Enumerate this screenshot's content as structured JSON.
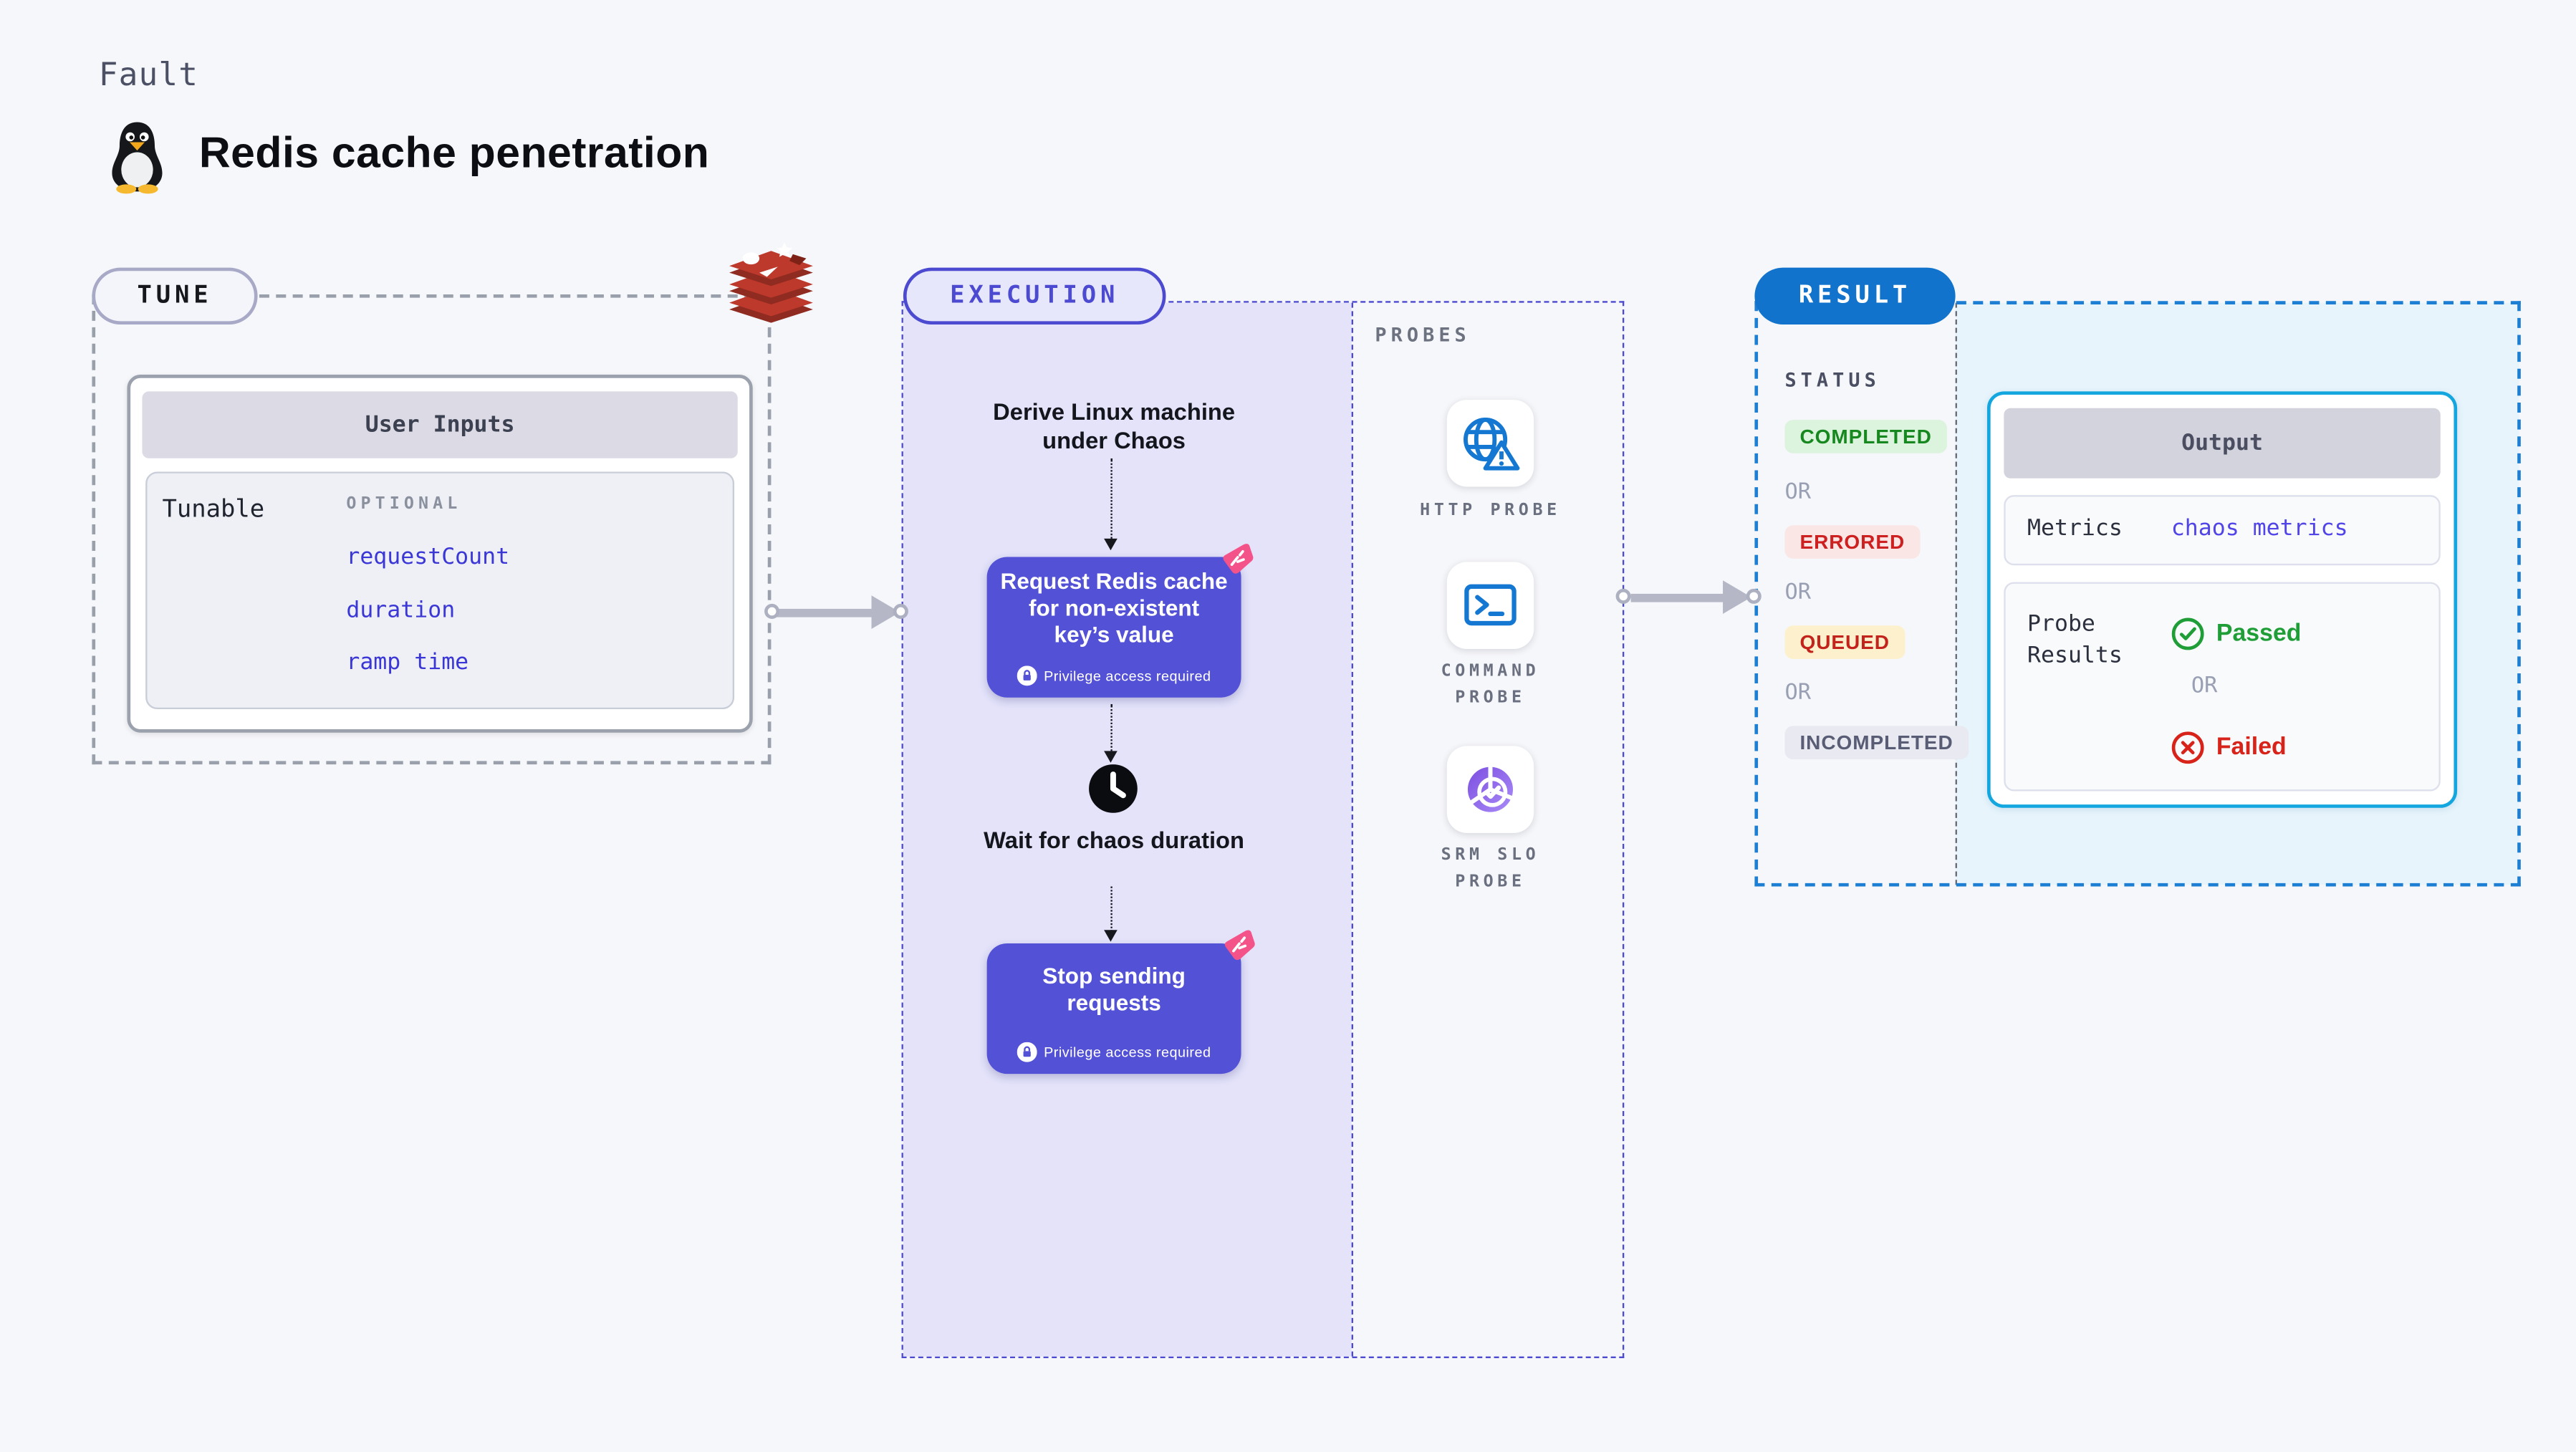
{
  "header": {
    "eyebrow": "Fault",
    "title": "Redis cache penetration",
    "icon": "tux-penguin"
  },
  "tune": {
    "badge": "TUNE",
    "icon": "redis-stack",
    "user_inputs": {
      "title": "User Inputs",
      "row_label": "Tunable",
      "optional_label": "OPTIONAL",
      "items": [
        "requestCount",
        "duration",
        "ramp time"
      ]
    }
  },
  "execution": {
    "badge": "EXECUTION",
    "steps": {
      "derive": "Derive Linux machine under Chaos",
      "request": "Request Redis cache for non-existent key’s value",
      "privilege": "Privilege access required",
      "wait": "Wait for chaos duration",
      "stop": "Stop sending requests"
    },
    "probes": {
      "heading": "PROBES",
      "items": [
        "HTTP PROBE",
        "COMMAND PROBE",
        "SRM SLO PROBE"
      ]
    }
  },
  "result": {
    "badge": "RESULT",
    "status": {
      "heading": "STATUS",
      "separator": "OR",
      "items": [
        {
          "label": "COMPLETED",
          "bg": "#dcf4dd",
          "color": "#17871f"
        },
        {
          "label": "ERRORED",
          "bg": "#fbe6e6",
          "color": "#cd2020"
        },
        {
          "label": "QUEUED",
          "bg": "#fdf1cd",
          "color": "#c2241b"
        },
        {
          "label": "INCOMPLETED",
          "bg": "#e9eaf1",
          "color": "#585d75"
        }
      ]
    },
    "output": {
      "title": "Output",
      "metrics_label": "Metrics",
      "metrics_value": "chaos metrics",
      "probe_results_label": "Probe Results",
      "separator": "OR",
      "passed": "Passed",
      "failed": "Failed"
    }
  },
  "colors": {
    "page_bg": "#f6f7fa",
    "tune_border": "#9aa0ab",
    "execution_accent": "#4c4ad0",
    "execution_panel_bg": "#e4e3fa",
    "node_bg": "#5351d5",
    "chaos_pink": "#f4538a",
    "redis_red": "#bd392c",
    "result_accent": "#1173cb",
    "result_panel_bg": "#e7f4fc",
    "output_border": "#14a7df",
    "link_blue": "#3b37d6",
    "metrics_value_color": "#5145e8",
    "passed_green": "#1f9e38",
    "failed_red": "#d8231b",
    "probe_icon_blue": "#1478d2",
    "slo_purple": "#8b5cf6"
  }
}
